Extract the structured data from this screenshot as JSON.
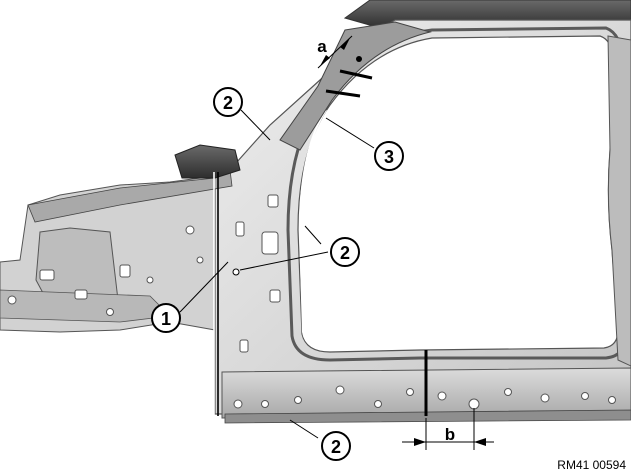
{
  "callouts": {
    "c1": "1",
    "c2_upper": "2",
    "c2_middle": "2",
    "c2_lower": "2",
    "c3": "3"
  },
  "dimensions": {
    "a": "a",
    "b": "b"
  },
  "reference_code": "RM41 00594",
  "colors": {
    "panel_light": "#e4e4e4",
    "panel_mid": "#c9c9c9",
    "panel_dark": "#8a8a8a",
    "edge": "#4a4a4a",
    "cut_line": "#000000",
    "background": "#ffffff"
  }
}
